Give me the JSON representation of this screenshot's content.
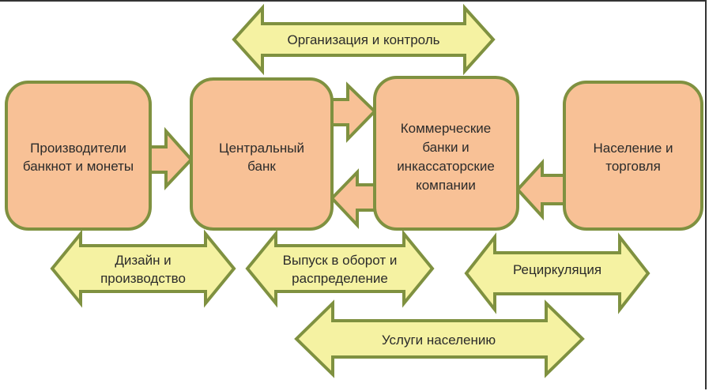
{
  "colors": {
    "box_fill": "#f8c196",
    "arrow_fill": "#f5f2a2",
    "stroke": "#7f9140"
  },
  "boxes": [
    {
      "lines": [
        "Производители",
        "банкнот и монеты"
      ]
    },
    {
      "lines": [
        "Центральный",
        "банк"
      ]
    },
    {
      "lines": [
        "Коммерческие",
        "банки и",
        "инкассаторские",
        "компании"
      ]
    },
    {
      "lines": [
        "Население и",
        "торговля"
      ]
    }
  ],
  "double_arrows": [
    {
      "lines": [
        "Организация и контроль"
      ]
    },
    {
      "lines": [
        "Дизайн и",
        "производство"
      ]
    },
    {
      "lines": [
        "Выпуск в оборот и",
        "распределение"
      ]
    },
    {
      "lines": [
        "Рециркуляция"
      ]
    },
    {
      "lines": [
        "Услуги населению"
      ]
    }
  ]
}
